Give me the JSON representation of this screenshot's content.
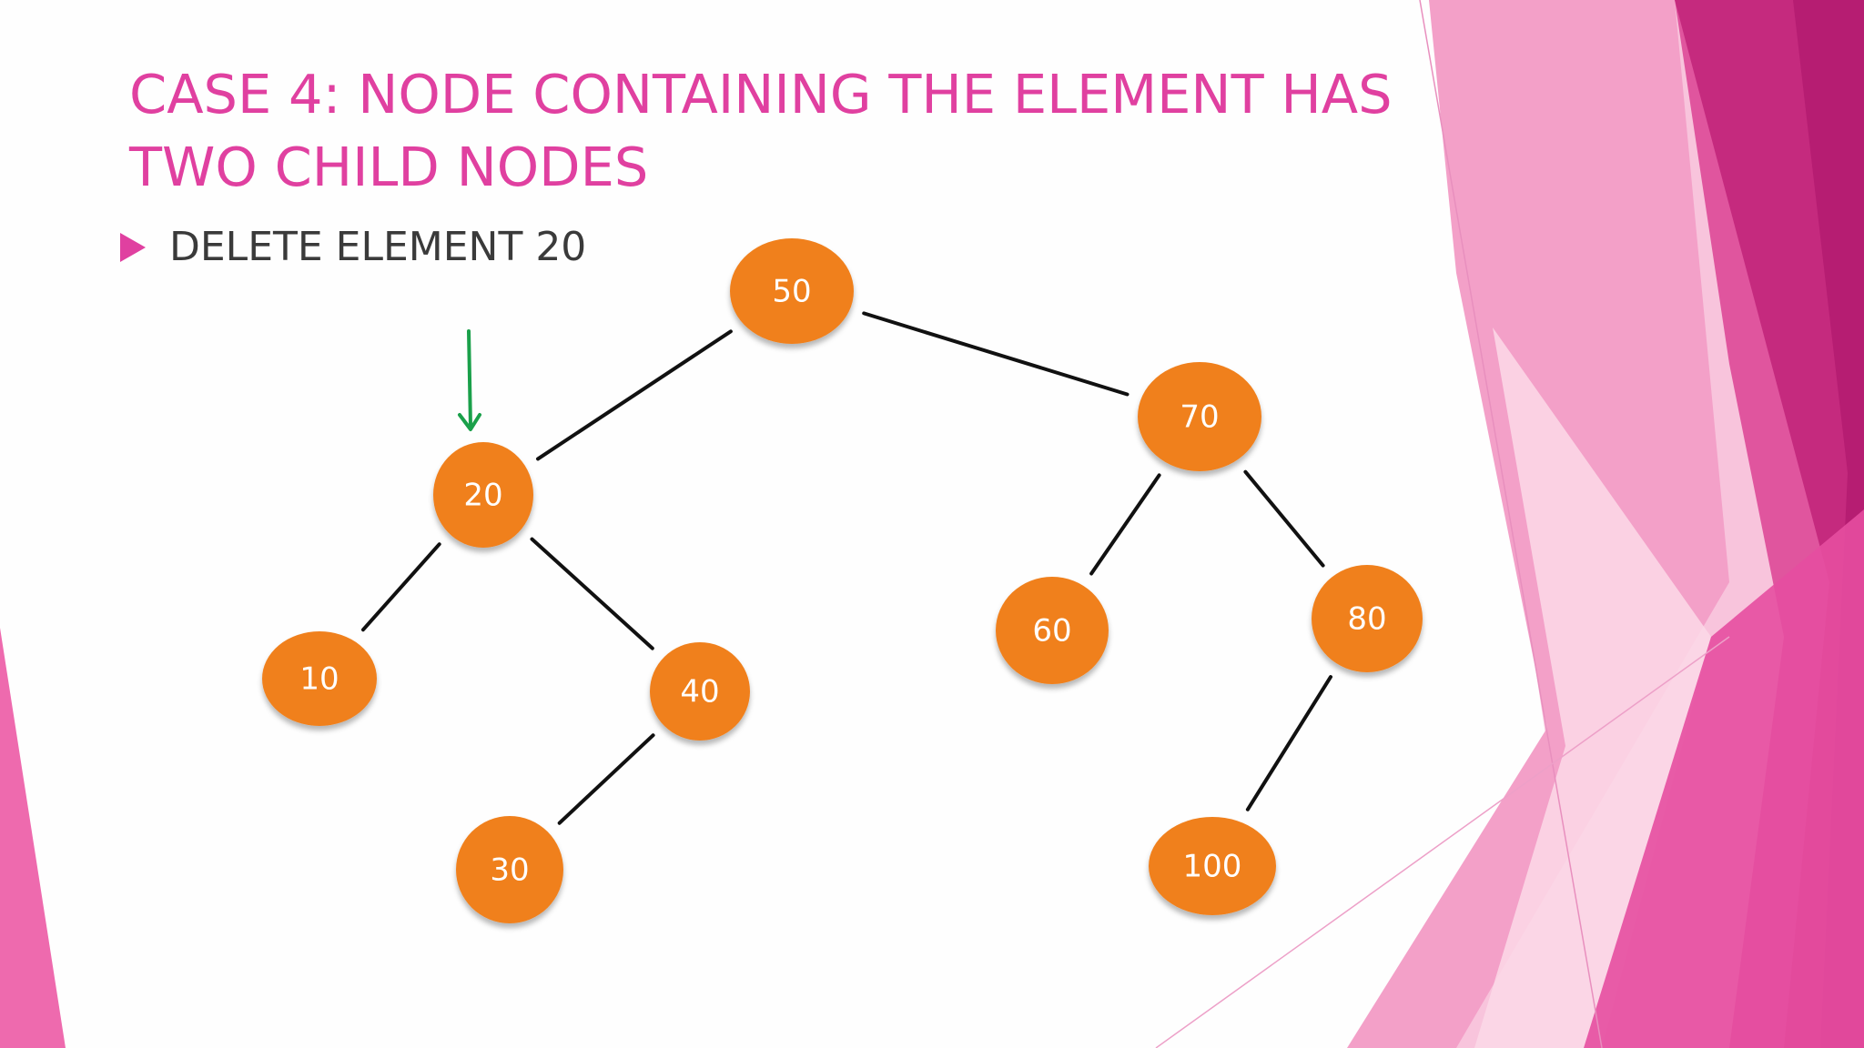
{
  "slide": {
    "title": "CASE 4: NODE CONTAINING THE ELEMENT HAS TWO CHILD NODES",
    "bullet": "DELETE ELEMENT 20"
  },
  "colors": {
    "title": "#e040a0",
    "bullet_marker": "#e040a0",
    "node_fill": "#f0801e",
    "node_text": "#ffffff",
    "edge": "#111111",
    "pointer_arrow": "#1aa04a"
  },
  "tree": {
    "nodes": [
      {
        "id": "n50",
        "label": "50"
      },
      {
        "id": "n70",
        "label": "70"
      },
      {
        "id": "n20",
        "label": "20"
      },
      {
        "id": "n10",
        "label": "10"
      },
      {
        "id": "n40",
        "label": "40"
      },
      {
        "id": "n30",
        "label": "30"
      },
      {
        "id": "n60",
        "label": "60"
      },
      {
        "id": "n80",
        "label": "80"
      },
      {
        "id": "n100",
        "label": "100"
      }
    ],
    "edges": [
      {
        "from": "n50",
        "to": "n20"
      },
      {
        "from": "n50",
        "to": "n70"
      },
      {
        "from": "n20",
        "to": "n10"
      },
      {
        "from": "n20",
        "to": "n40"
      },
      {
        "from": "n40",
        "to": "n30"
      },
      {
        "from": "n70",
        "to": "n60"
      },
      {
        "from": "n70",
        "to": "n80"
      },
      {
        "from": "n80",
        "to": "n100"
      }
    ],
    "pointer_target": "n20"
  }
}
